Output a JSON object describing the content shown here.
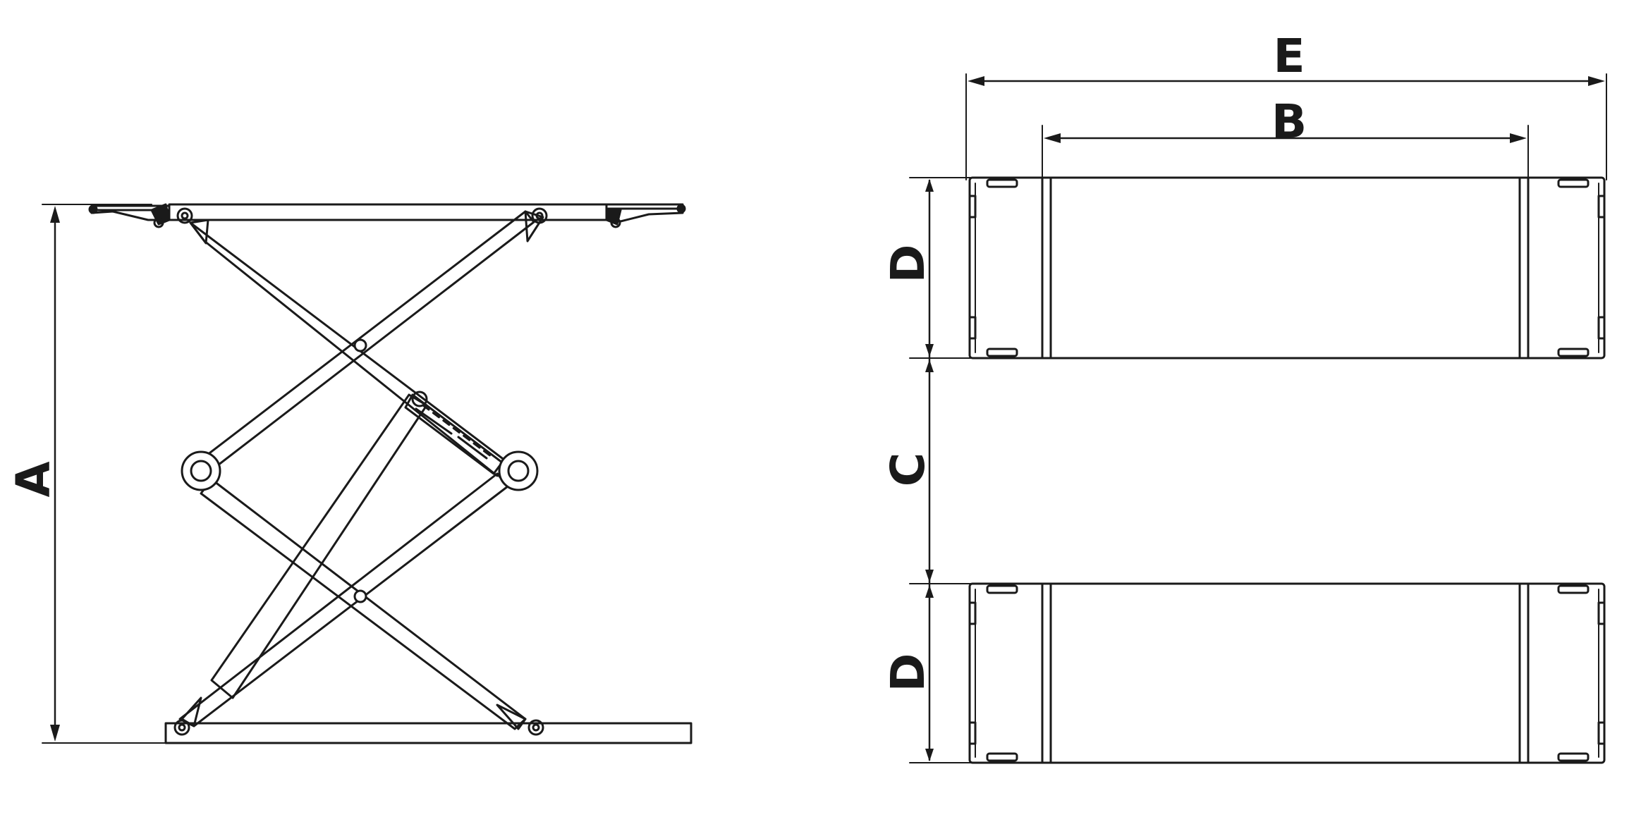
{
  "labels": {
    "a": "A",
    "b": "B",
    "c": "C",
    "d_top": "D",
    "d_bottom": "D",
    "e": "E"
  },
  "colors": {
    "stroke": "#1a1a1a",
    "background": "#ffffff"
  }
}
